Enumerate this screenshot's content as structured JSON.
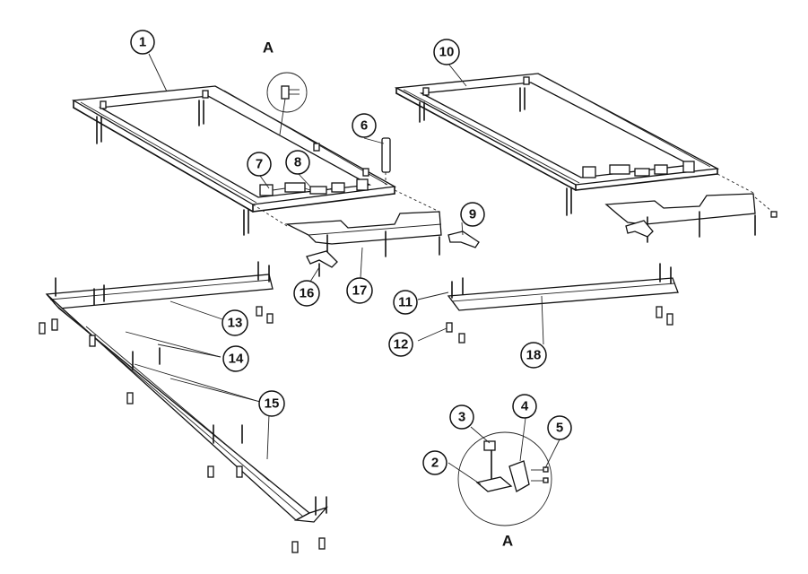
{
  "callouts": [
    {
      "id": "c1",
      "label": "1"
    },
    {
      "id": "c2",
      "label": "2"
    },
    {
      "id": "c3",
      "label": "3"
    },
    {
      "id": "c4",
      "label": "4"
    },
    {
      "id": "c5",
      "label": "5"
    },
    {
      "id": "c6",
      "label": "6"
    },
    {
      "id": "c7",
      "label": "7"
    },
    {
      "id": "c8",
      "label": "8"
    },
    {
      "id": "c9",
      "label": "9"
    },
    {
      "id": "c10",
      "label": "10"
    },
    {
      "id": "c11",
      "label": "11"
    },
    {
      "id": "c12",
      "label": "12"
    },
    {
      "id": "c13",
      "label": "13"
    },
    {
      "id": "c14",
      "label": "14"
    },
    {
      "id": "c15",
      "label": "15"
    },
    {
      "id": "c16",
      "label": "16"
    },
    {
      "id": "c17",
      "label": "17"
    },
    {
      "id": "c18",
      "label": "18"
    }
  ],
  "detail_label_top": "A",
  "detail_label_bottom": "A"
}
